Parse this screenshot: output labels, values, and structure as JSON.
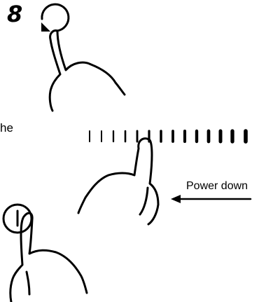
{
  "display": {
    "digit": "8"
  },
  "text_fragment": "he",
  "power_down": {
    "label": "Power down"
  },
  "colors": {
    "ink": "#000000",
    "background": "#ffffff"
  },
  "icons": [
    "timer-dial-icon",
    "power-slider-bar-icon",
    "power-on-off-icon",
    "finger-pointer-icon"
  ]
}
